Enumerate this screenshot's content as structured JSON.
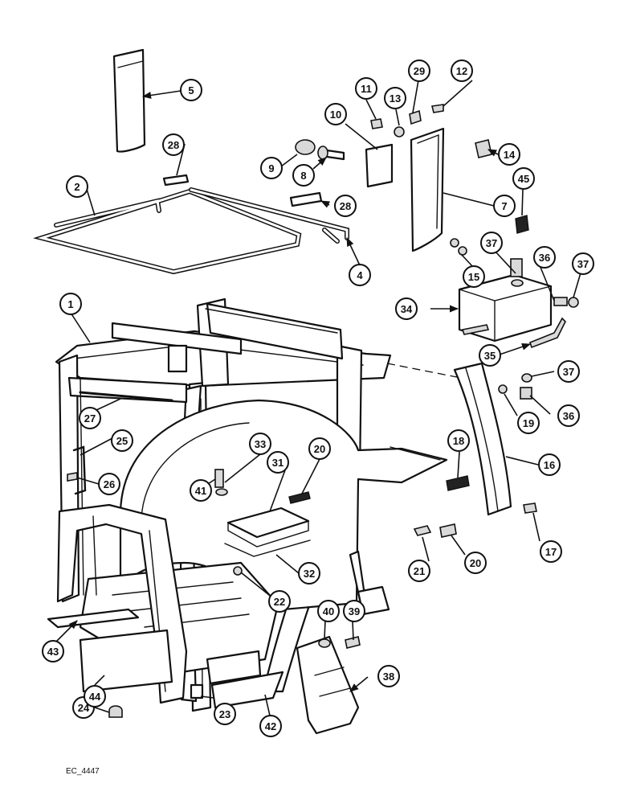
{
  "drawing_reference": "EC_4447",
  "callouts": [
    {
      "id": "1"
    },
    {
      "id": "2"
    },
    {
      "id": "4"
    },
    {
      "id": "5"
    },
    {
      "id": "7"
    },
    {
      "id": "8"
    },
    {
      "id": "9"
    },
    {
      "id": "10"
    },
    {
      "id": "11"
    },
    {
      "id": "12"
    },
    {
      "id": "13"
    },
    {
      "id": "14"
    },
    {
      "id": "15"
    },
    {
      "id": "16"
    },
    {
      "id": "17"
    },
    {
      "id": "18"
    },
    {
      "id": "19"
    },
    {
      "id": "20"
    },
    {
      "id": "20"
    },
    {
      "id": "21"
    },
    {
      "id": "22"
    },
    {
      "id": "23"
    },
    {
      "id": "24"
    },
    {
      "id": "25"
    },
    {
      "id": "26"
    },
    {
      "id": "27"
    },
    {
      "id": "28"
    },
    {
      "id": "28"
    },
    {
      "id": "29"
    },
    {
      "id": "31"
    },
    {
      "id": "32"
    },
    {
      "id": "33"
    },
    {
      "id": "34"
    },
    {
      "id": "35"
    },
    {
      "id": "36"
    },
    {
      "id": "36"
    },
    {
      "id": "37"
    },
    {
      "id": "37"
    },
    {
      "id": "37"
    },
    {
      "id": "38"
    },
    {
      "id": "39"
    },
    {
      "id": "40"
    },
    {
      "id": "41"
    },
    {
      "id": "42"
    },
    {
      "id": "43"
    },
    {
      "id": "44"
    },
    {
      "id": "45"
    }
  ]
}
